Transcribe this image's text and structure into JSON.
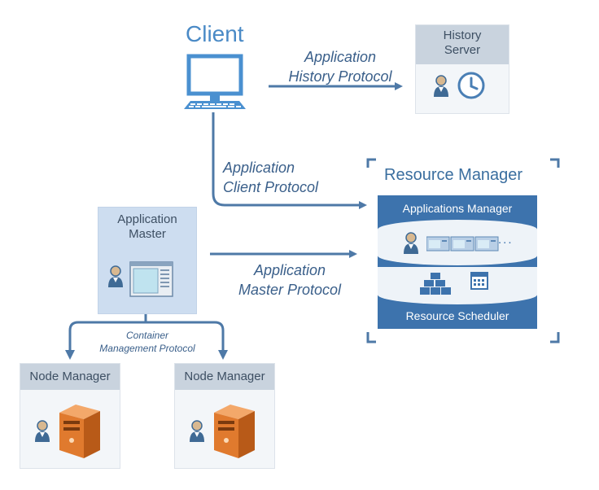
{
  "client": {
    "label": "Client"
  },
  "history_server": {
    "line1": "History",
    "line2": "Server"
  },
  "protocols": {
    "history_line1": "Application",
    "history_line2": "History Protocol",
    "client_line1": "Application",
    "client_line2": "Client Protocol",
    "master_line1": "Application",
    "master_line2": "Master Protocol",
    "container_line1": "Container",
    "container_line2": "Management Protocol"
  },
  "resource_manager": {
    "title": "Resource Manager",
    "applications_manager": "Applications Manager",
    "resource_scheduler": "Resource Scheduler",
    "ellipsis": "..."
  },
  "application_master": {
    "line1": "Application",
    "line2": "Master"
  },
  "node_managers": [
    {
      "label": "Node Manager"
    },
    {
      "label": "Node Manager"
    }
  ],
  "colors": {
    "arrow": "#4e79a7",
    "rm_blue": "#3d73ad",
    "rm_text": "#3a6e9f",
    "card_head": "#c9d3de",
    "am_bg": "#cdddf0",
    "server_orange": "#e07a2e"
  },
  "icons": [
    "monitor-icon",
    "user-icon",
    "clock-icon",
    "window-icon",
    "server-icon",
    "cluster-icon",
    "calendar-icon"
  ]
}
